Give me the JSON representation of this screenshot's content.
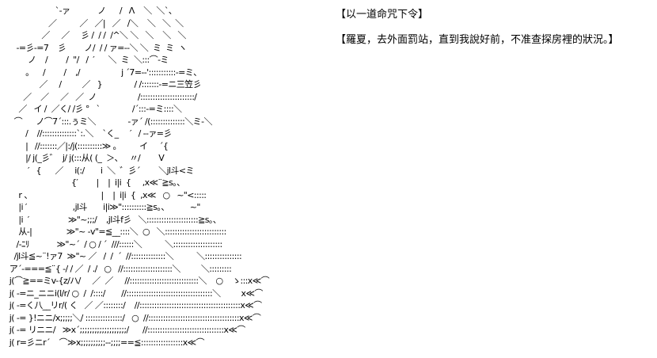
{
  "heading": "【以一道命咒下令】",
  "dialogue": "【羅夏，去外面罰站，直到我說好前，不准查探房裡的狀況。】",
  "ascii_art": [
    "                      `-ァ            ノ      /   Λ    ＼  ＼`、",
    "                   ／          ／   ／|   ／   /＼    ＼   ＼  ＼",
    "                ／     ／     彡 /  / /  /^＼ ＼   ＼    ＼   ＼",
    "     -=彡-=7    彡        ノ/  / / ァ=‐‐＼ ＼  ミ  ミ  ヽ",
    "          ノ    /        /  \"/   /  ′      ＼  ミ  ＼:::⌒‐ミ",
    "         。    /        /    ,/                  j ´7=-‐':::::::::::-=ミ、",
    "               ／     /         ／   }              / /:::::::-=ニ三笠彡",
    "        ／    ／     ／   ／  ノ                  /::::::::::::::::::::::/",
    "      ／   イ /  ／く/ /彡 °   `              /´:::-=ミ::::＼",
    "    ⌒      ノ⌒7´:::.ぅミ＼              -ァ´ /(::::::::::::::＼ミ-＼",
    "         /    //::::::::::::::`:.＼    `く_     ′   / ‐‐ァ=彡",
    "         |   //:::::::／|:/j(::::::::::≫ 。        イ     ´{",
    "         |/ j(_彡゛  j/ j(:::从( (_  ＞、   〃/        V",
    "          ′   {      ／     i(:/       i  ＼  ゛彡´        ＼jl斗<ミ",
    "                             {′        |    |  i|i  {     ,x≪¨≧s。、",
    "      r 、                              |    |  i|i  {  ,x≪   ○   ~\"<:::::",
    "      |i ′                    ,jl斗       i|i≫\"::::::::::≧s。、         ~\"",
    "      |i  ′                 ≫\"~;;;/    ,jl斗f彡   ＼:::::::::::::::::::::≧s。、",
    "      从-|               ≫\"~ ‐v\"=≦__::::＼  ○   ＼:::::::::::::::::::::::::",
    "     /‐ﾆﾘ            ≫\"~´  / ○ / ´  ///::::::＼          ＼::::::::::::::::::::",
    "    /jl斗≦~¨!ァ7  ≫\"~ ／   /  /  ´  //::::::::::::::＼          ＼:::::::::::::::",
    "  ア´-===≦¨{ -/ / ／  / ./   ○   //::::::::::::::::::::＼         ＼:::::::::",
    "  j(⌒≧==ミv-{z/ハ/     ／  ／     //::::::::::::::::::::::::::::＼    ○    ゝ:::x≪⌒",
    "  j( -=ニ_ニニi(l/r/ ○  /  /::::/       //:::::::::::::::::::::::::::::::::::＼         x≪⌒",
    "  j( -=く八__リr/( く   ／ ／::::::::/    //:::::::::::::::::::::::::::::::::::::::::x≪⌒",
    "  j( -= }!ニニ/x;;;;;＼/ :::::::::::::::/   ○  //:::::::::::::::::::::::::::::::::::::x≪⌒",
    "  j( -= リニニ/   ≫x´;;;;;;;;;;;;;;;;;;;/      //:::::::::::::::::::::::::::::::x≪⌒",
    "  j( r=彡ニr´    ⌒≫x;;;;;;;;;;‐‐;;;;==≦:::::::::::::::::x≪⌒"
  ]
}
